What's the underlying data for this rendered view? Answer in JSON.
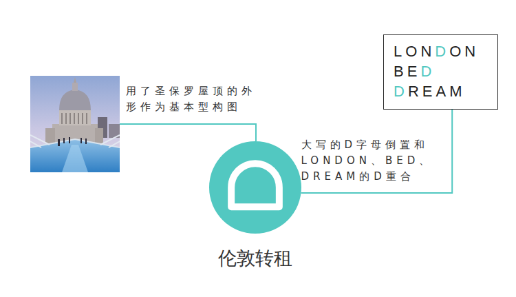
{
  "diagram": {
    "nodes": [
      {
        "text": [
          "LONDON BED DREAM"
        ]
      },
      {
        "text": [
          "伦敦转租"
        ]
      }
    ],
    "edges": [
      {
        "from": 0,
        "to": 1,
        "arrow": "none",
        "label": "大写的D字母倒置和 LONDON、BED、 DREAM的D重合"
      }
    ],
    "labels": [
      "用了圣保罗屋顶的外 形作为基本型构图"
    ]
  }
}
